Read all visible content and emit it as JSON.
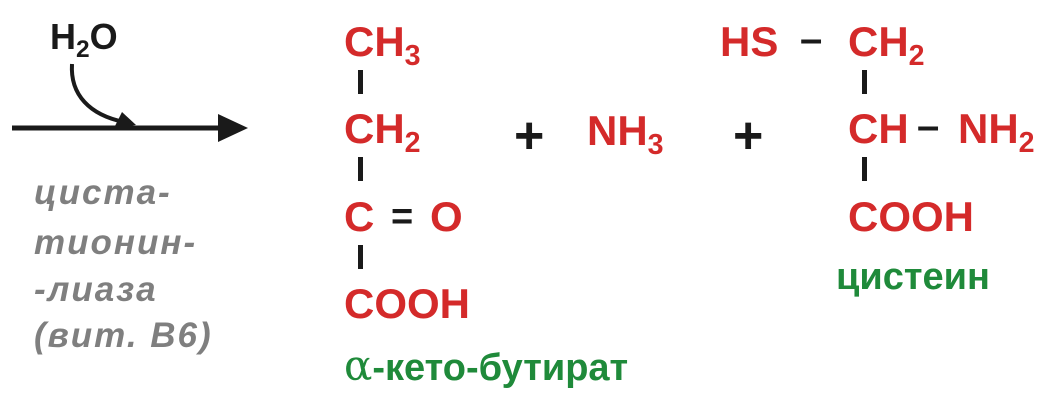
{
  "reactant": {
    "water": "H",
    "water_sub": "2",
    "water_o": "O"
  },
  "enzyme": {
    "line1": "циста-",
    "line2": "тионин-",
    "line3": "-лиаза",
    "line4": "(вит. B6)"
  },
  "product1": {
    "ch3_c": "CH",
    "ch3_sub": "3",
    "ch2_c": "CH",
    "ch2_sub": "2",
    "c": "C",
    "eq": "=",
    "o": "O",
    "cooh": "COOH",
    "name_alpha": "α",
    "name_rest": "-кето-бутират"
  },
  "plus1": "+",
  "ammonia": {
    "n": "NH",
    "sub": "3"
  },
  "plus2": "+",
  "product2": {
    "hs": "HS",
    "dash1": "–",
    "ch2_c": "CH",
    "ch2_sub": "2",
    "ch": "CH",
    "dash2": "–",
    "nh2_n": "NH",
    "nh2_sub": "2",
    "cooh": "COOH",
    "name": "цистеин"
  },
  "colors": {
    "formula": "#d42a2a",
    "name": "#1f8a3a",
    "enzyme": "#7f7f7f",
    "bonds": "#1a1a1a"
  }
}
